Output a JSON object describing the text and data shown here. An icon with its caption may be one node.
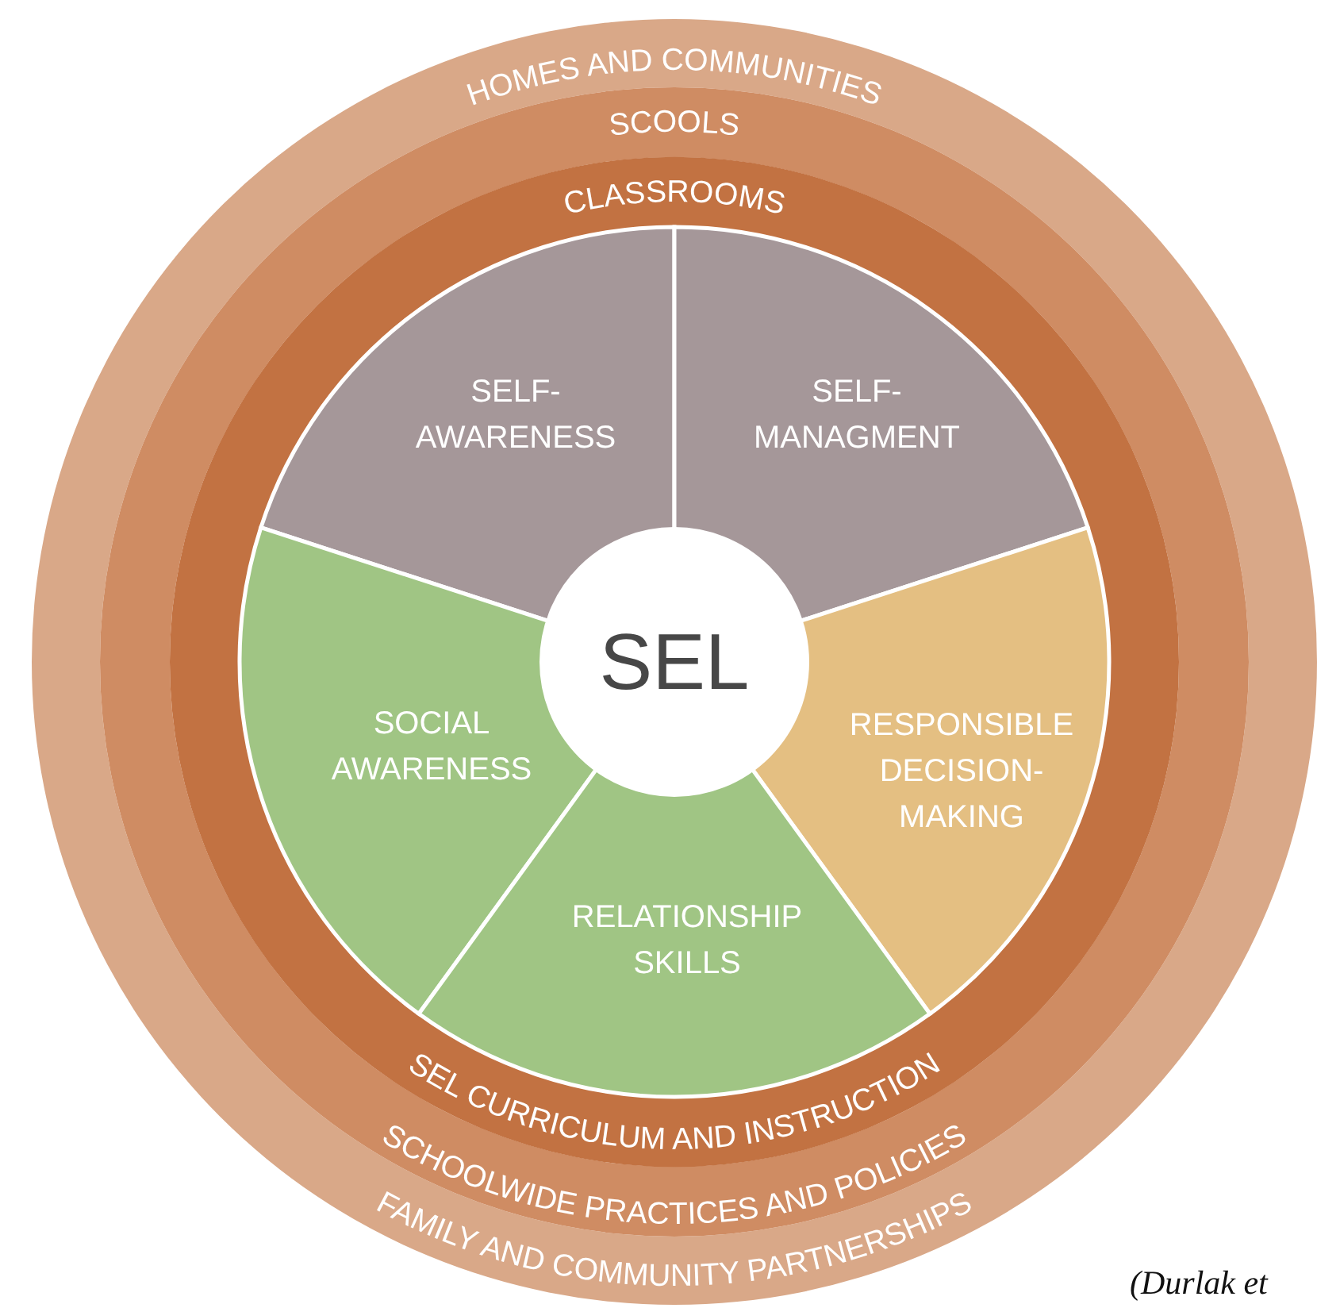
{
  "diagram": {
    "nodes": [
      {
        "text": [
          "HOMES AND COMMUNITIES",
          "FAMILY AND COMMUNITY PARTNERSHIPS"
        ]
      },
      {
        "text": [
          "SCOOLS",
          "SCHOOLWIDE PRACTICES AND POLICIES"
        ],
        "in": 0
      },
      {
        "text": [
          "CLASSROOMS",
          "SEL CURRICULUM AND INSTRUCTION"
        ],
        "in": 1
      },
      {
        "text": [
          "SELF-AWARENESS"
        ],
        "in": 2
      },
      {
        "text": [
          "SELF-MANAGMENT"
        ],
        "in": 2
      },
      {
        "text": [
          "SOCIAL AWARENESS"
        ],
        "in": 2
      },
      {
        "text": [
          "RESPONSIBLE DECISION-MAKING"
        ],
        "in": 2
      },
      {
        "text": [
          "RELATIONSHIP SKILLS"
        ],
        "in": 2
      },
      {
        "text": [
          "SEL"
        ],
        "in": 2
      }
    ],
    "labels": [
      "(Durlak et"
    ]
  }
}
